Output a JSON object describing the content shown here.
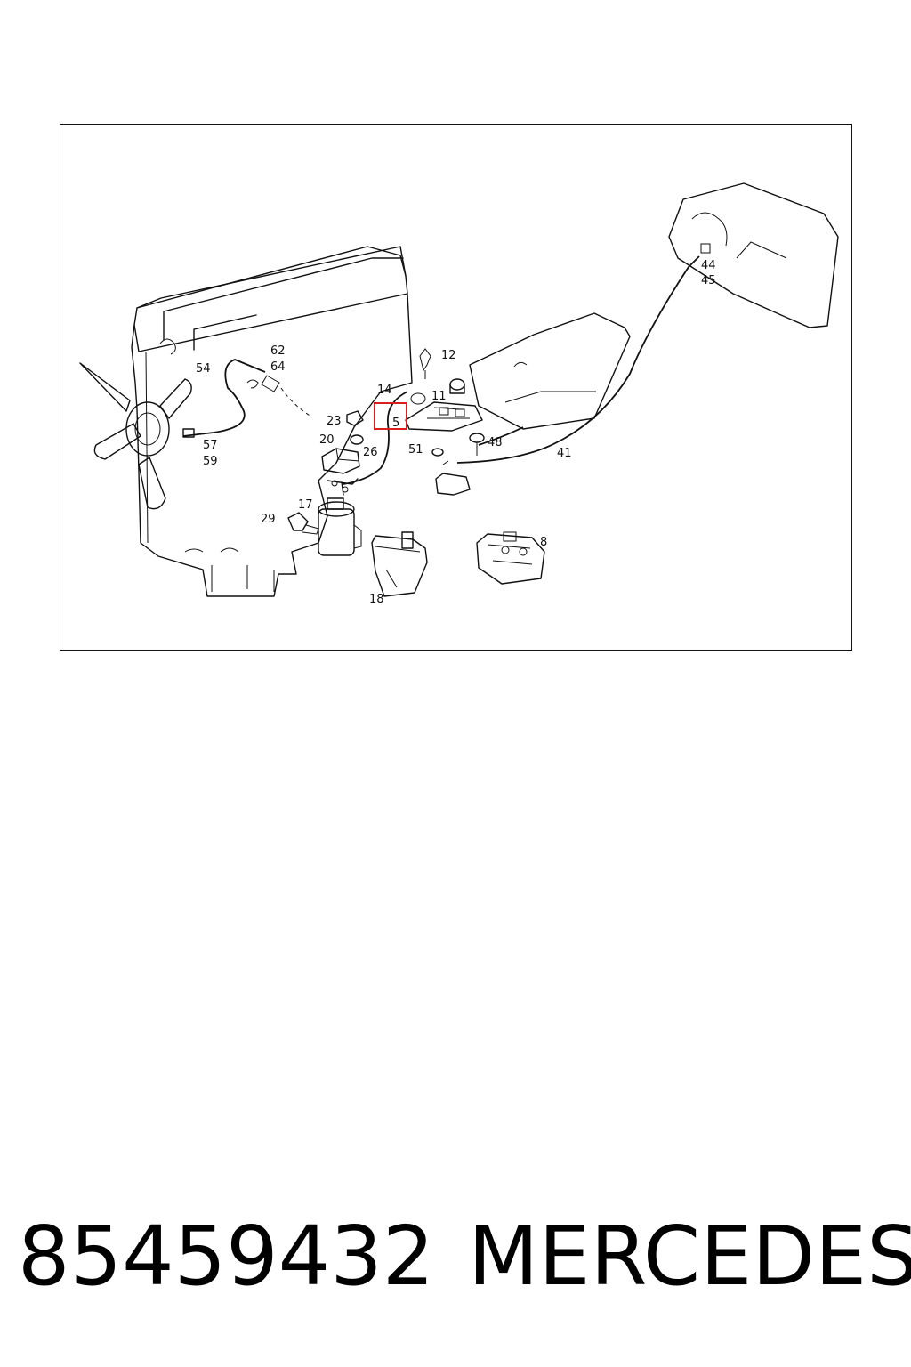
{
  "diagram": {
    "callouts": [
      {
        "id": "c54",
        "text": "54"
      },
      {
        "id": "c62",
        "text": "62"
      },
      {
        "id": "c64",
        "text": "64"
      },
      {
        "id": "c57",
        "text": "57"
      },
      {
        "id": "c59",
        "text": "59"
      },
      {
        "id": "c12",
        "text": "12"
      },
      {
        "id": "c14",
        "text": "14"
      },
      {
        "id": "c11",
        "text": "11"
      },
      {
        "id": "c5",
        "text": "5"
      },
      {
        "id": "c23",
        "text": "23"
      },
      {
        "id": "c20",
        "text": "20"
      },
      {
        "id": "c26",
        "text": "26"
      },
      {
        "id": "c51",
        "text": "51"
      },
      {
        "id": "c48",
        "text": "48"
      },
      {
        "id": "c41",
        "text": "41"
      },
      {
        "id": "c44",
        "text": "44"
      },
      {
        "id": "c45",
        "text": "45"
      },
      {
        "id": "c17",
        "text": "17"
      },
      {
        "id": "c29",
        "text": "29"
      },
      {
        "id": "c18",
        "text": "18"
      },
      {
        "id": "c8",
        "text": "8"
      }
    ],
    "highlight_color": "#d81e1e"
  },
  "footer": {
    "part_number": "85459432",
    "brand": "MERCEDES"
  }
}
